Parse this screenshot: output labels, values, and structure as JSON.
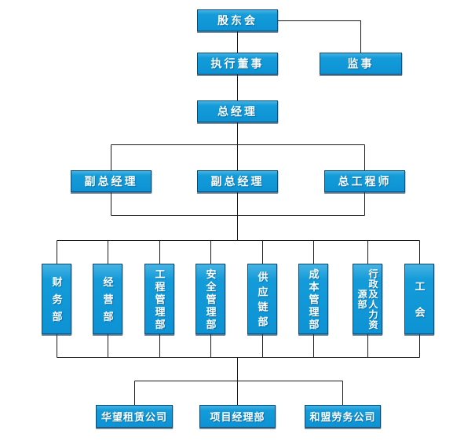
{
  "org": {
    "shareholders": "股东会",
    "executive_director": "执行董事",
    "supervisor": "监事",
    "general_manager": "总经理",
    "deputy_gm_1": "副总经理",
    "deputy_gm_2": "副总经理",
    "chief_engineer": "总工程师",
    "departments": [
      "财务部",
      "经营部",
      "工程管理部",
      "安全管理部",
      "供应链部",
      "成本管理部",
      "行政及人力资源部",
      "工会"
    ],
    "subsidiaries": [
      "华望租赁公司",
      "项目经理部",
      "和盟劳务公司"
    ]
  },
  "colors": {
    "box_fill": "#0d93d4",
    "box_border": "#0a4a73",
    "line": "#1a1a1a",
    "text": "#ffffff",
    "background": "#ffffff"
  }
}
